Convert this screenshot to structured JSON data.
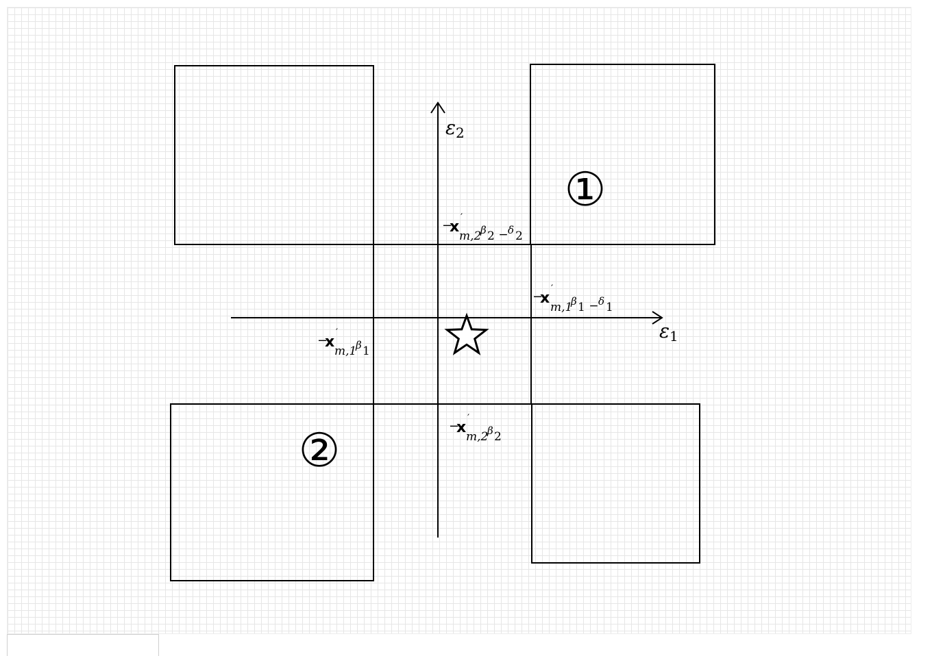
{
  "axes": {
    "x_label": {
      "symbol": "ε",
      "sub": "1"
    },
    "y_label": {
      "symbol": "ε",
      "sub": "2"
    }
  },
  "labels": {
    "upper_bound_eps2": {
      "sign": "−",
      "var": "x",
      "prime": "′",
      "sub": "m,2",
      "coef": "β",
      "coef_sub": "2",
      "minus": " − ",
      "delta": "δ",
      "delta_sub": "2"
    },
    "upper_bound_eps1": {
      "sign": "−",
      "var": "x",
      "prime": "′",
      "sub": "m,1",
      "coef": "β",
      "coef_sub": "1",
      "minus": " − ",
      "delta": "δ",
      "delta_sub": "1"
    },
    "lower_bound_eps1": {
      "sign": "−",
      "var": "x",
      "prime": "′",
      "sub": "m,1",
      "coef": "β",
      "coef_sub": "1"
    },
    "lower_bound_eps2": {
      "sign": "−",
      "var": "x",
      "prime": "′",
      "sub": "m,2",
      "coef": "β",
      "coef_sub": "2"
    }
  },
  "regions": {
    "region_1_marker": "①",
    "region_2_marker": "②"
  },
  "center_marker": "☆",
  "colors": {
    "stroke": "#000000",
    "grid": "#e6e6e6",
    "background": "#ffffff"
  }
}
